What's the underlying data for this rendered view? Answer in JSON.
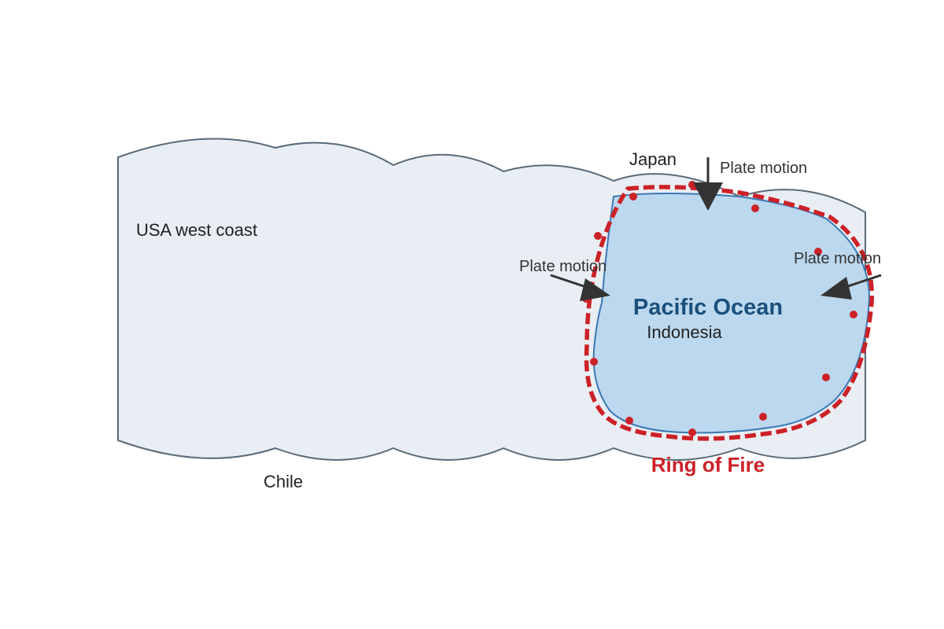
{
  "labels": {
    "usa": "USA west coast",
    "chile": "Chile",
    "japan": "Japan",
    "indonesia": "Indonesia",
    "ocean": "Pacific Ocean",
    "ring": "Ring of Fire",
    "motion_top": "Plate motion",
    "motion_left": "Plate motion",
    "motion_right": "Plate motion"
  },
  "colors": {
    "landmass_fill": "#e8eef3",
    "landmass_stroke": "#5a6a78",
    "ocean_fill": "#bcd8ee",
    "ocean_stroke": "#3a78b5",
    "ring": "#cc2127",
    "arrow": "#333333",
    "ocean_label": "#1b4f7c"
  },
  "earthquake_markers": "red dots along the Ring of Fire"
}
